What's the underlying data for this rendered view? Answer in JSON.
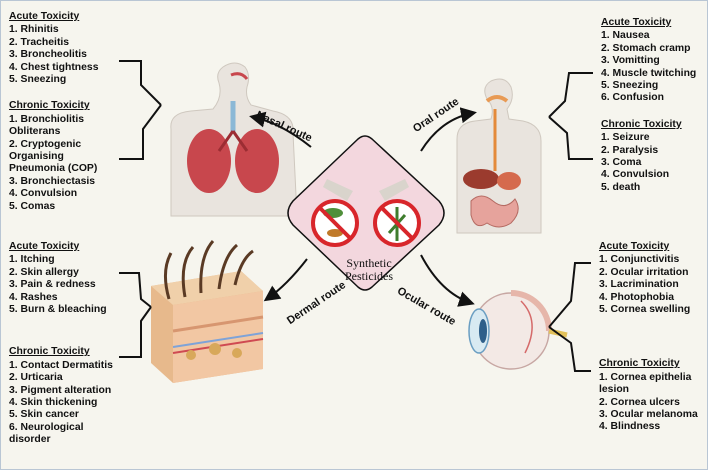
{
  "center": {
    "line1": "Synthetic",
    "line2": "Pesticides"
  },
  "routes": {
    "nasal": "Nasal route",
    "oral": "Oral route",
    "dermal": "Dermal route",
    "ocular": "Ocular route"
  },
  "nasal": {
    "acute_title": "Acute Toxicity",
    "acute": [
      "1. Rhinitis",
      "2. Tracheitis",
      "3. Broncheolitis",
      "4. Chest tightness",
      "5. Sneezing"
    ],
    "chronic_title": "Chronic  Toxicity",
    "chronic": [
      "1. Bronchiolitis",
      "Obliterans",
      "2. Cryptogenic",
      "Organising",
      "Pneumonia (COP)",
      "3. Bronchiectasis",
      "4. Convulsion",
      "5. Comas"
    ]
  },
  "oral": {
    "acute_title": "Acute Toxicity",
    "acute": [
      "1. Nausea",
      "2. Stomach cramp",
      "3. Vomitting",
      "4. Muscle twitching",
      "5. Sneezing",
      "6. Confusion"
    ],
    "chronic_title": "Chronic  Toxicity",
    "chronic": [
      "1. Seizure",
      "2. Paralysis",
      "3. Coma",
      "4. Convulsion",
      "5. death"
    ]
  },
  "dermal": {
    "acute_title": "Acute Toxicity",
    "acute": [
      "1. Itching",
      "2. Skin allergy",
      "3. Pain & redness",
      "4. Rashes",
      "5. Burn & bleaching"
    ],
    "chronic_title": "Chronic  Toxicity",
    "chronic": [
      "1. Contact Dermatitis",
      "2. Urticaria",
      "3. Pigment alteration",
      "4. Skin thickening",
      "5. Skin cancer",
      "6. Neurological",
      "disorder"
    ]
  },
  "ocular": {
    "acute_title": "Acute Toxicity",
    "acute": [
      "1. Conjunctivitis",
      "2. Ocular irritation",
      "3. Lacrimination",
      "4. Photophobia",
      "5. Cornea swelling"
    ],
    "chronic_title": "Chronic  Toxicity",
    "chronic": [
      "1. Cornea epithelia",
      "lesion",
      "2. Cornea ulcers",
      "3. Ocular melanoma",
      "4. Blindness"
    ]
  },
  "colors": {
    "diamond_fill": "#f3d7de",
    "prohibit_red": "#d8262b",
    "skin": "#e8d6c4",
    "lung": "#c8474d",
    "eye": "#d8eaf2"
  }
}
